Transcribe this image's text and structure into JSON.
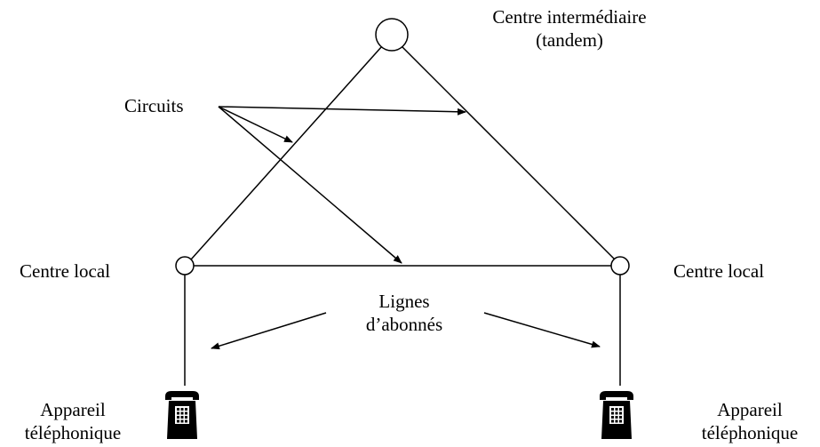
{
  "labels": {
    "tandem_line1": "Centre intermédiaire",
    "tandem_line2": "(tandem)",
    "circuits": "Circuits",
    "local_left": "Centre local",
    "local_right": "Centre local",
    "lines_line1": "Lignes",
    "lines_line2": "d’abonnés",
    "phone_left_line1": "Appareil",
    "phone_left_line2": "téléphonique",
    "phone_right_line1": "Appareil",
    "phone_right_line2": "téléphonique"
  }
}
